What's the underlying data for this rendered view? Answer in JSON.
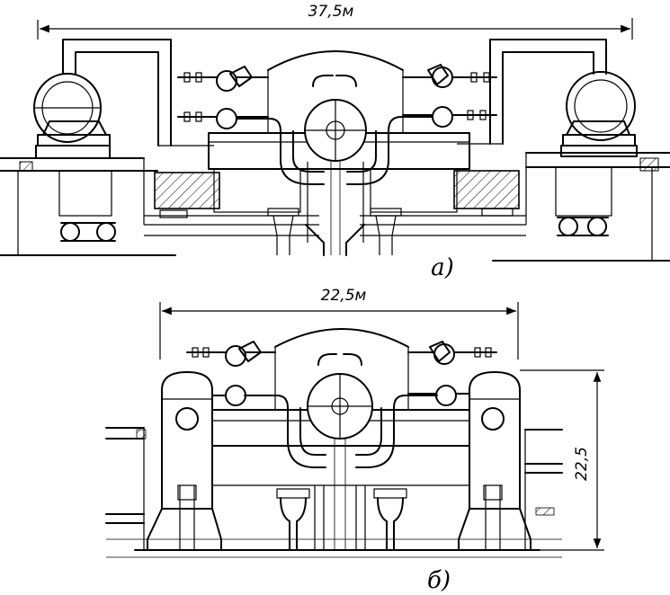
{
  "diagram": {
    "view_a": {
      "width_dimension": "37,5м",
      "label": "а)"
    },
    "view_b": {
      "width_dimension": "22,5м",
      "height_dimension": "22,5",
      "label": "б)"
    }
  }
}
